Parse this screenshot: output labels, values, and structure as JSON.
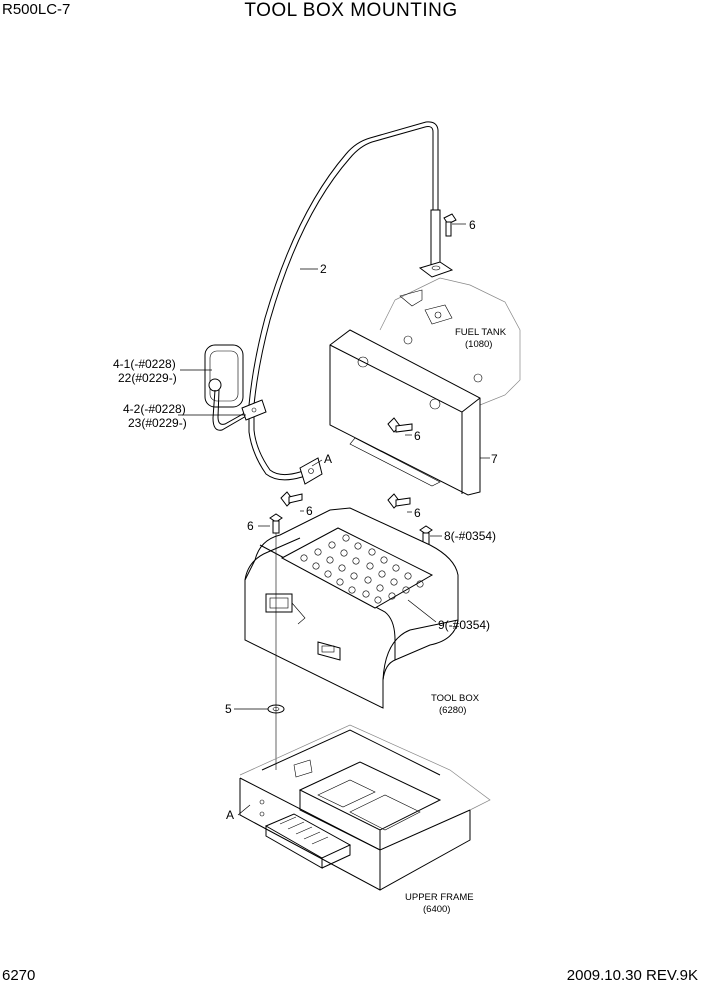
{
  "header": {
    "model": "R500LC-7",
    "title": "TOOL BOX MOUNTING"
  },
  "footer": {
    "page_number": "6270",
    "revision": "2009.10.30  REV.9K"
  },
  "callouts": {
    "c1": "6",
    "c2": "2",
    "c3_line1": "4-1(-#0228)",
    "c3_line2": "22(#0229-)",
    "c4_line1": "4-2(-#0228)",
    "c4_line2": "23(#0229-)",
    "c5": "6",
    "c6": "7",
    "c7": "A",
    "c8": "6",
    "c9": "6",
    "c10": "6",
    "c11": "8(-#0354)",
    "c12": "9(-#0354)",
    "c13": "5",
    "c14": "A"
  },
  "reference_labels": {
    "fuel_tank_name": "FUEL TANK",
    "fuel_tank_ref": "(1080)",
    "tool_box_name": "TOOL BOX",
    "tool_box_ref": "(6280)",
    "upper_frame_name": "UPPER FRAME",
    "upper_frame_ref": "(6400)"
  }
}
